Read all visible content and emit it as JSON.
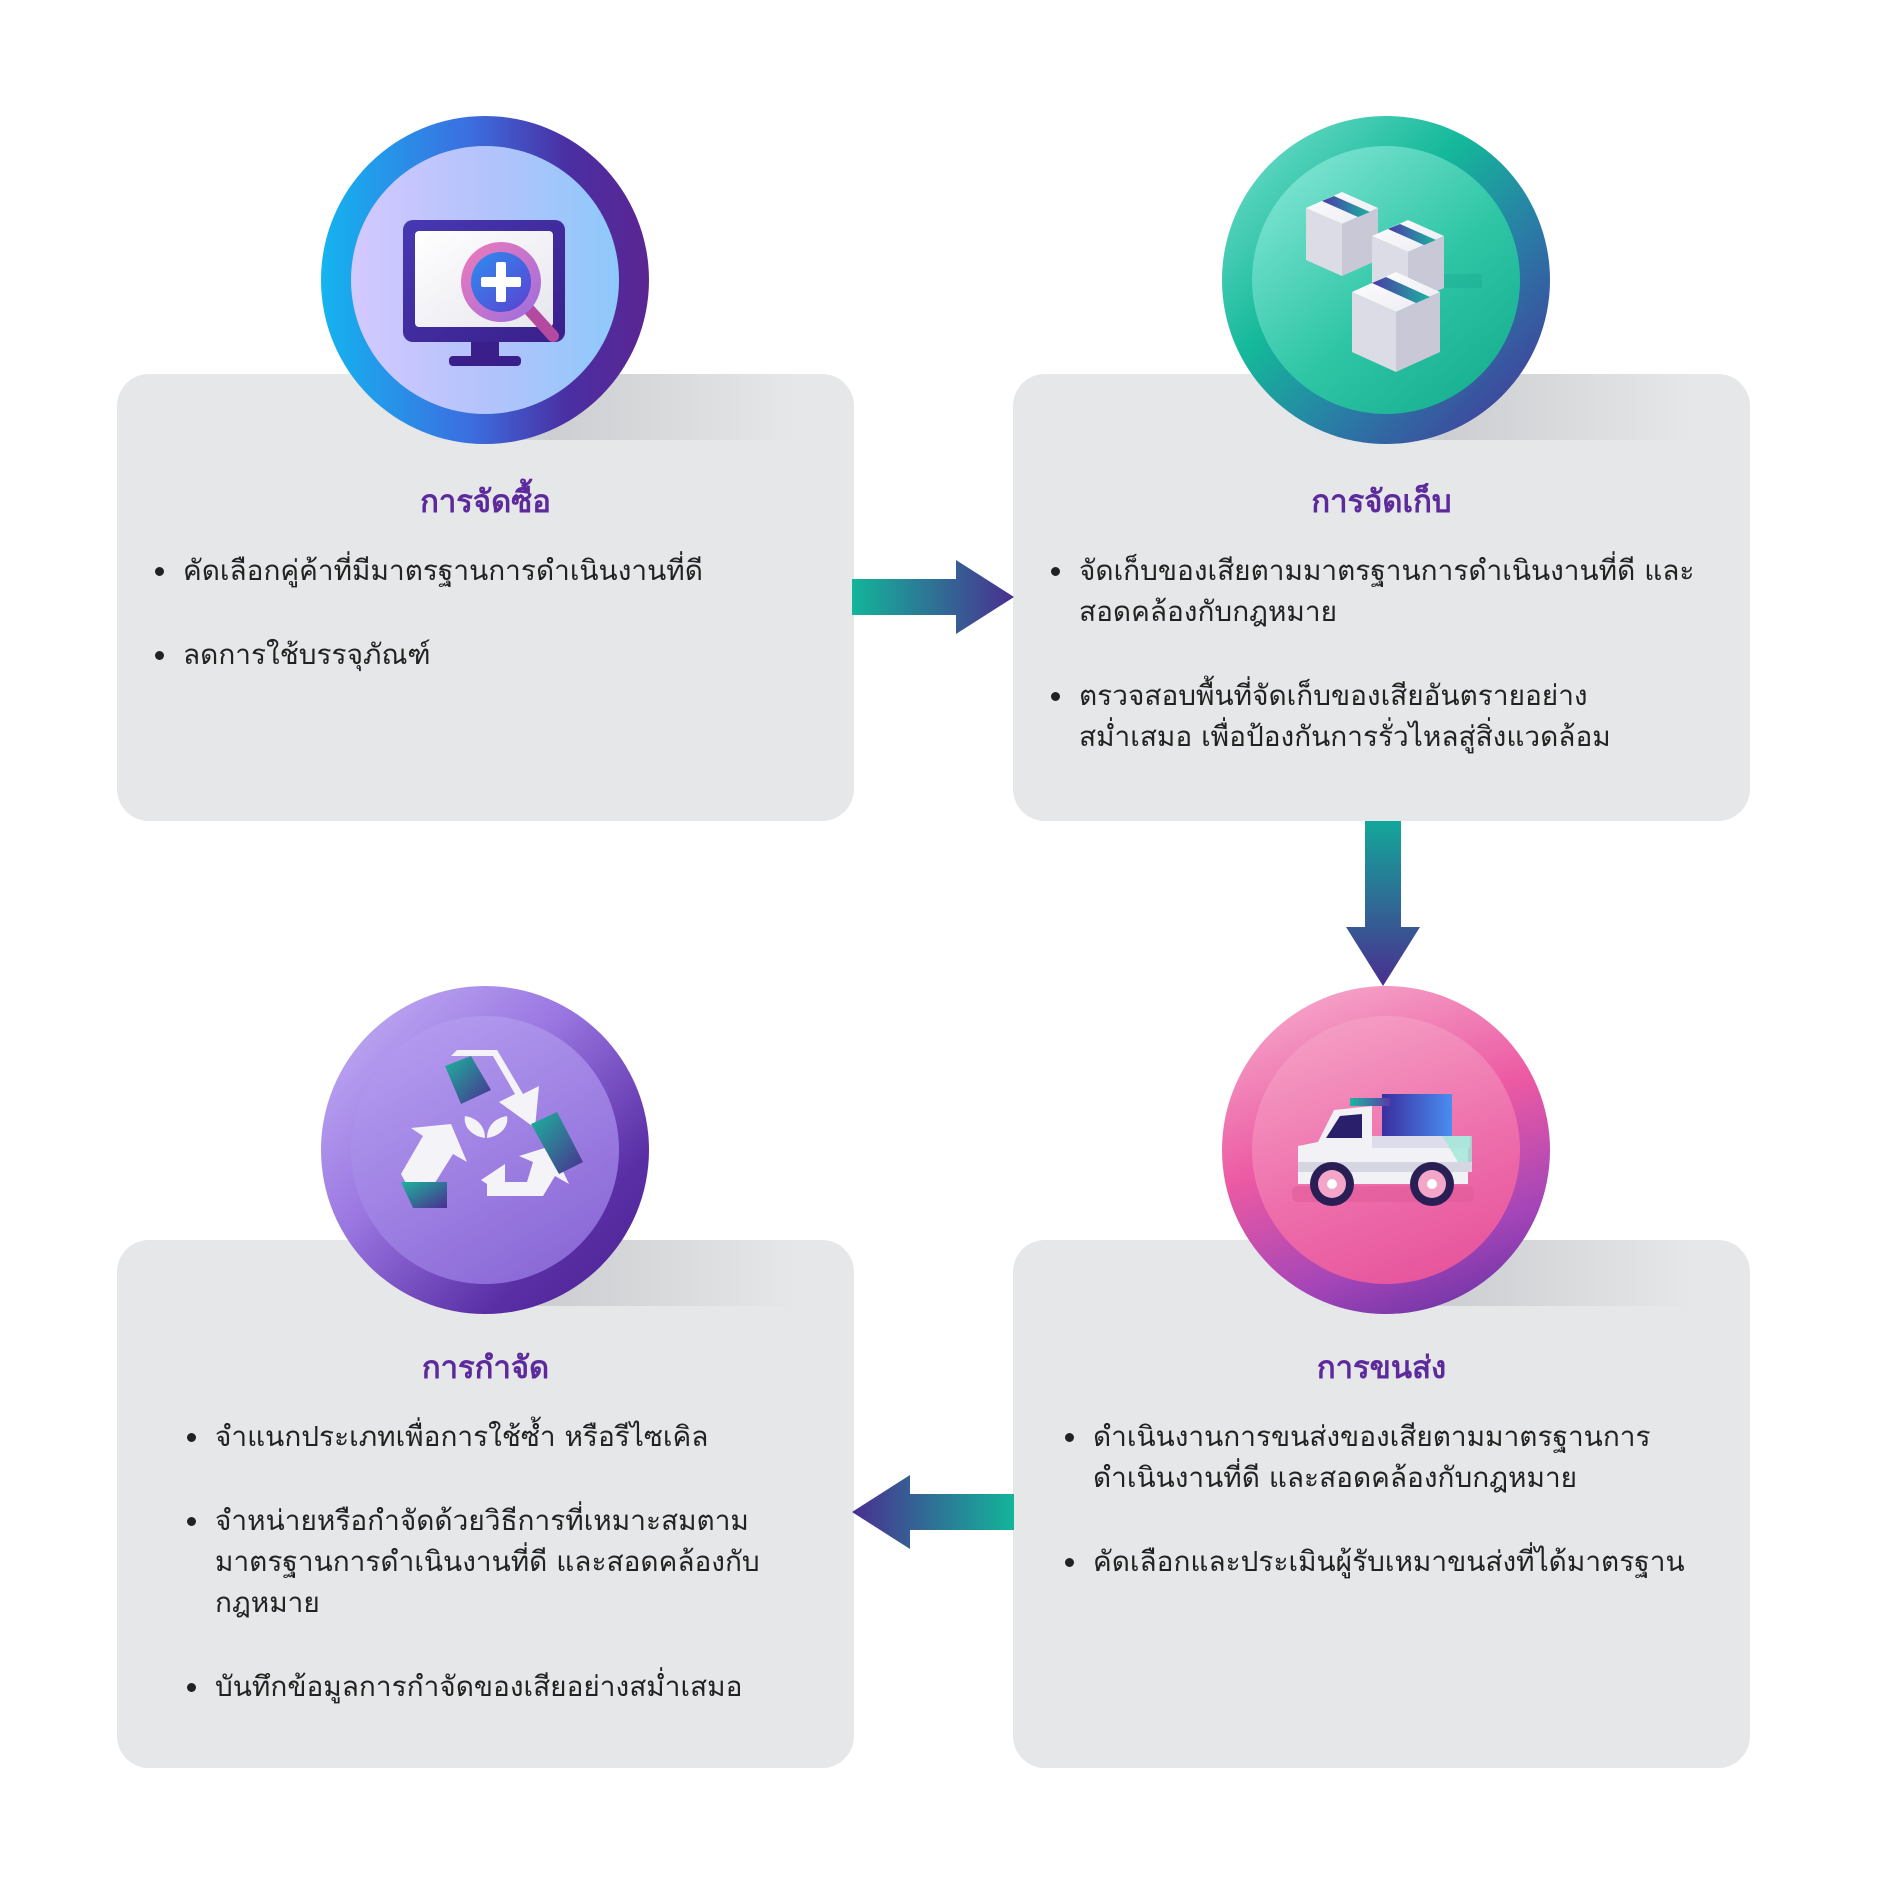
{
  "steps": [
    {
      "title": "การจัดซื้อ",
      "icon": "monitor-search-icon",
      "items": [
        "คัดเลือกคู่ค้าที่มีมาตรฐานการดำเนินงานที่ดี",
        "ลดการใช้บรรจุภัณฑ์"
      ]
    },
    {
      "title": "การจัดเก็บ",
      "icon": "boxes-icon",
      "items": [
        "จัดเก็บของเสียตามมาตรฐานการดำเนินงานที่ดี และสอดคล้องกับกฎหมาย",
        "ตรวจสอบพื้นที่จัดเก็บของเสียอันตรายอย่างสม่ำเสมอ เพื่อป้องกันการรั่วไหลสู่สิ่งแวดล้อม"
      ]
    },
    {
      "title": "การขนส่ง",
      "icon": "truck-icon",
      "items": [
        "ดำเนินงานการขนส่งของเสียตามมาตรฐานการดำเนินงานที่ดี และสอดคล้องกับกฎหมาย",
        "คัดเลือกและประเมินผู้รับเหมาขนส่งที่ได้มาตรฐาน"
      ]
    },
    {
      "title": "การกำจัด",
      "icon": "recycle-icon",
      "items": [
        "จำแนกประเภทเพื่อการใช้ซ้ำ หรือรีไซเคิล",
        "จำหน่ายหรือกำจัดด้วยวิธีการที่เหมาะสมตามมาตรฐานการดำเนินงานที่ดี และสอดคล้องกับกฎหมาย",
        "บันทึกข้อมูลการกำจัดของเสียอย่างสม่ำเสมอ"
      ]
    }
  ],
  "colors": {
    "title": "#5d2a9c",
    "card": "#e6e7e8",
    "arrow_start": "#13b59a",
    "arrow_end": "#4b2e8f"
  }
}
